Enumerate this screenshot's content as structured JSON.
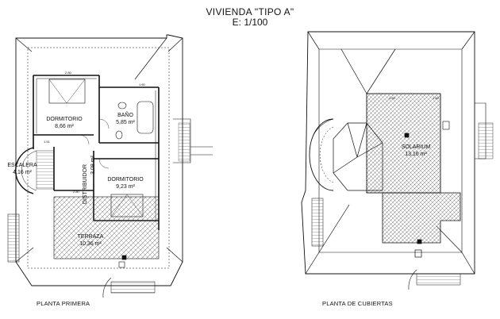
{
  "sheet": {
    "title": "VIVIENDA \"TIPO A\"",
    "scale": "E: 1/100"
  },
  "planta_primera": {
    "caption": "PLANTA PRIMERA",
    "rooms": [
      {
        "name": "DORMITORIO",
        "area": "8,66 m²"
      },
      {
        "name": "BAÑO",
        "area": "5,85 m²"
      },
      {
        "name": "ESCALERA",
        "area": "4,16 m²"
      },
      {
        "name": "DISTRIBUIDOR",
        "area": "3,08 m²"
      },
      {
        "name": "DORMITORIO",
        "area": "9,23 m²"
      },
      {
        "name": "TERRAZA",
        "area": "10,36 m²"
      }
    ]
  },
  "planta_cubiertas": {
    "caption": "PLANTA DE CUBIERTAS",
    "rooms": [
      {
        "name": "SOLARIUM",
        "area": "13,16 m²"
      }
    ]
  },
  "colors": {
    "line": "#111111",
    "hatch": "#555555",
    "background": "#ffffff"
  }
}
